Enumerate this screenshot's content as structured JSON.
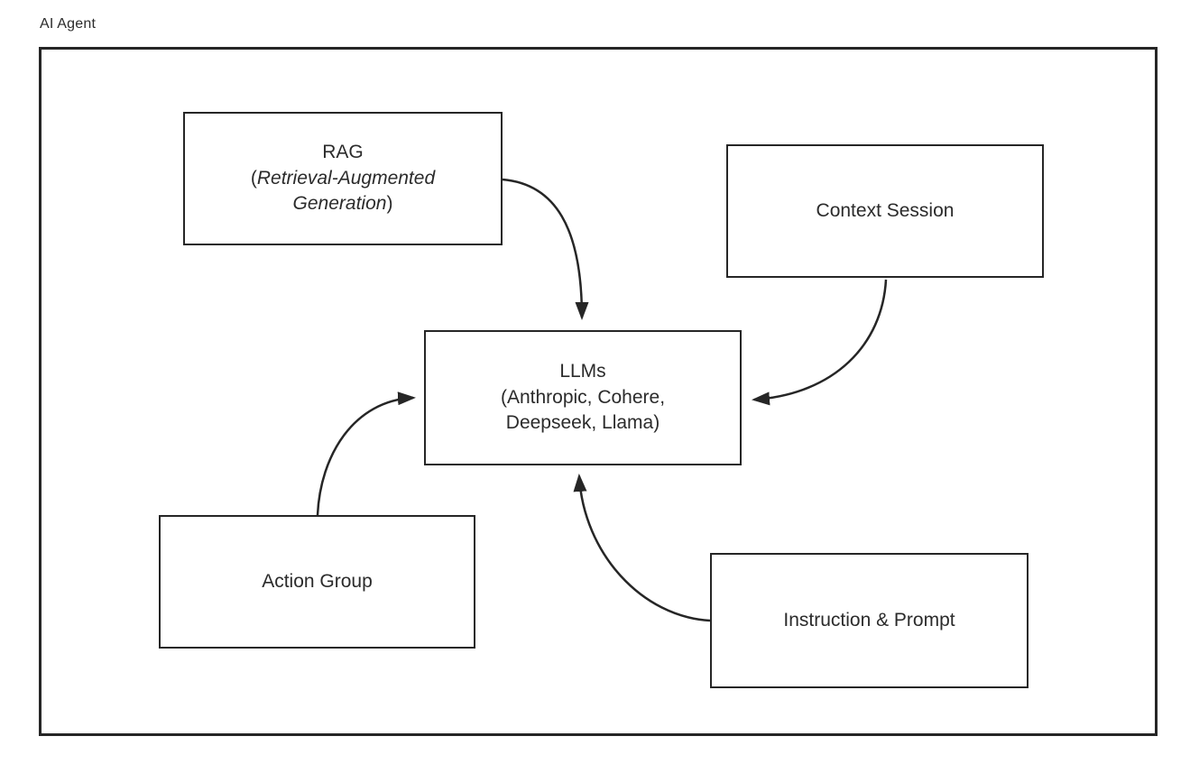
{
  "diagram": {
    "container_label": "AI Agent",
    "colors": {
      "stroke": "#262626",
      "text": "#2b2b2b",
      "background": "#ffffff",
      "node_fill": "#ffffff"
    },
    "nodes": {
      "rag": {
        "title": "RAG",
        "paren_open": "(",
        "subtitle_italic": "Retrieval-Augmented Generation",
        "paren_close": ")"
      },
      "context_session": {
        "label": "Context Session"
      },
      "llms": {
        "title": "LLMs",
        "subtitle": "(Anthropic, Cohere, Deepseek, Llama)"
      },
      "action_group": {
        "label": "Action Group"
      },
      "instruction_prompt": {
        "label": "Instruction & Prompt"
      }
    },
    "edges": [
      {
        "from": "RAG",
        "to": "LLMs"
      },
      {
        "from": "Context Session",
        "to": "LLMs"
      },
      {
        "from": "Action Group",
        "to": "LLMs"
      },
      {
        "from": "Instruction & Prompt",
        "to": "LLMs"
      }
    ]
  }
}
